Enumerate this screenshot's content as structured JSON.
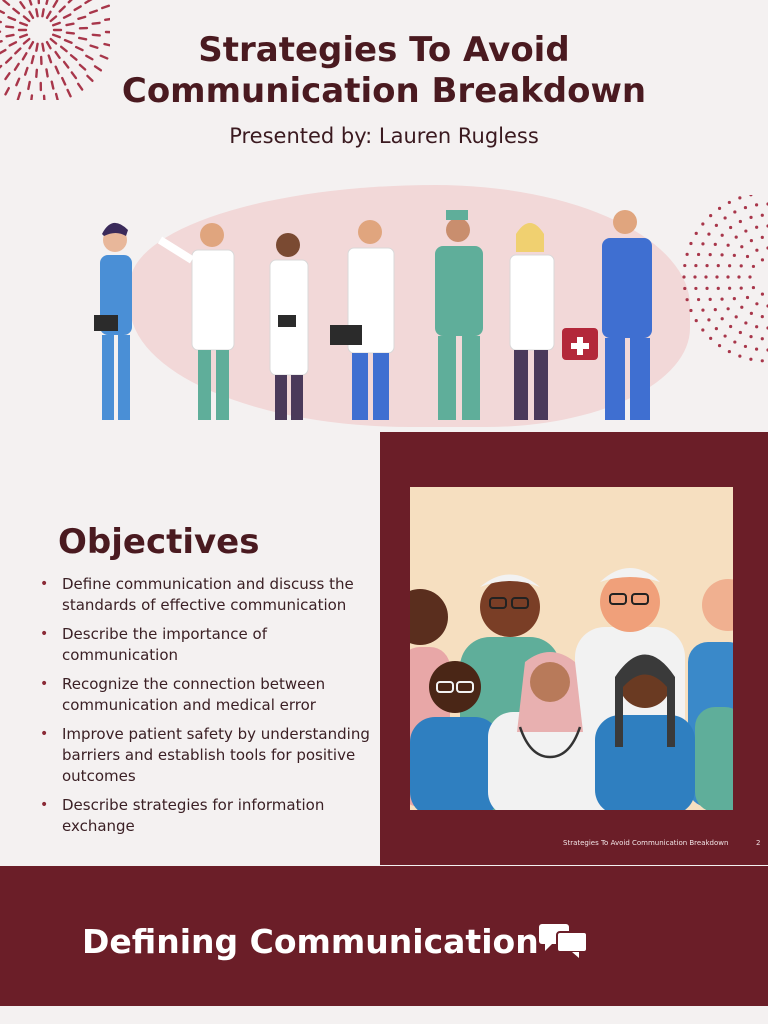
{
  "slide1": {
    "title_line1": "Strategies To Avoid",
    "title_line2": "Communication Breakdown",
    "subtitle": "Presented by: Lauren Rugless",
    "colors": {
      "title": "#4a1a20",
      "accent": "#a8364a",
      "blob": "#f2d8d8"
    }
  },
  "slide2": {
    "heading": "Objectives",
    "bullets": [
      "Define communication and discuss the standards of effective communication",
      "Describe the importance of communication",
      "Recognize the connection between communication and medical error",
      "Improve patient safety by understanding barriers and establish tools for positive outcomes",
      "Describe strategies for information exchange"
    ],
    "bullet_glyph": "•",
    "footer": "Strategies To Avoid Communication Breakdown",
    "page_number": "2",
    "colors": {
      "panel": "#6b1e28",
      "image_bg": "#f6dfc0"
    }
  },
  "slide3": {
    "heading": "Defining Communication",
    "icon": "chat-bubbles-icon",
    "colors": {
      "background": "#6b1e28",
      "text": "#ffffff"
    }
  }
}
